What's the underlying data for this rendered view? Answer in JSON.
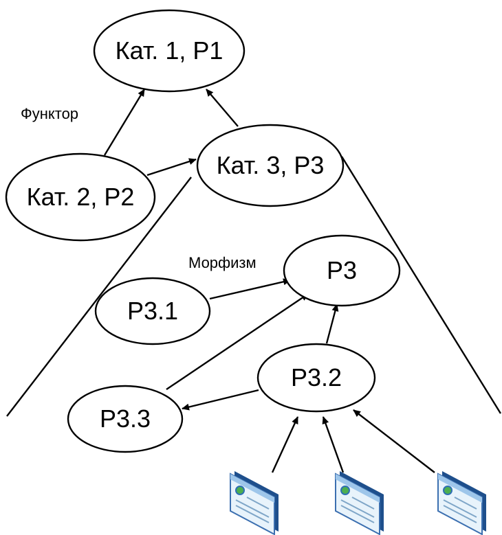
{
  "nodes": {
    "cat1": "Кат. 1, Р1",
    "cat2": "Кат. 2, Р2",
    "cat3": "Кат. 3, Р3",
    "p3": "Р3",
    "p31": "Р3.1",
    "p32": "Р3.2",
    "p33": "Р3.3"
  },
  "labels": {
    "functor": "Функтор",
    "morphism": "Морфизм"
  },
  "icons": [
    "web-page-icon",
    "web-page-icon",
    "web-page-icon"
  ],
  "colors": {
    "stroke": "#000000",
    "icon_frame": "#3b6fb0",
    "icon_bar": "#9ec6ea",
    "icon_body": "#e8f3fb"
  }
}
